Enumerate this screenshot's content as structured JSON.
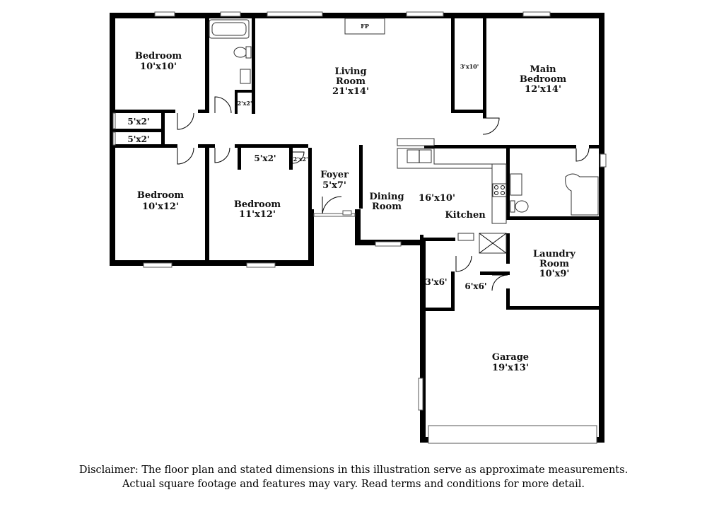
{
  "rooms": {
    "bedroom_nw": {
      "name": "Bedroom",
      "dims": "10'x10'"
    },
    "bedroom_w": {
      "name": "Bedroom",
      "dims": "10'x12'"
    },
    "bedroom_mid": {
      "name": "Bedroom",
      "dims": "11'x12'"
    },
    "living": {
      "name": "Living",
      "name2": "Room",
      "dims": "21'x14'"
    },
    "main_bedroom": {
      "name": "Main",
      "name2": "Bedroom",
      "dims": "12'x14'"
    },
    "foyer": {
      "name": "Foyer",
      "dims": "5'x7'"
    },
    "dining": {
      "name": "Dining",
      "name2": "Room"
    },
    "kitchen": {
      "name": "Kitchen",
      "dims": "16'x10'"
    },
    "laundry": {
      "name": "Laundry",
      "name2": "Room",
      "dims": "10'x9'"
    },
    "garage": {
      "name": "Garage",
      "dims": "19'x13'"
    }
  },
  "closets": {
    "c1": "5'x2'",
    "c2": "5'x2'",
    "c3": "5'x2'",
    "c4": "2'x2'",
    "c5": "2'x2'",
    "c6": "3'x10'",
    "c7": "3'x6'",
    "c8": "6'x6'"
  },
  "fireplace": "FP",
  "disclaimer": {
    "line1": "Disclaimer: The floor plan and stated dimensions in this illustration serve as approximate measurements.",
    "line2": "Actual square footage and features may vary. Read terms and conditions for more detail."
  }
}
